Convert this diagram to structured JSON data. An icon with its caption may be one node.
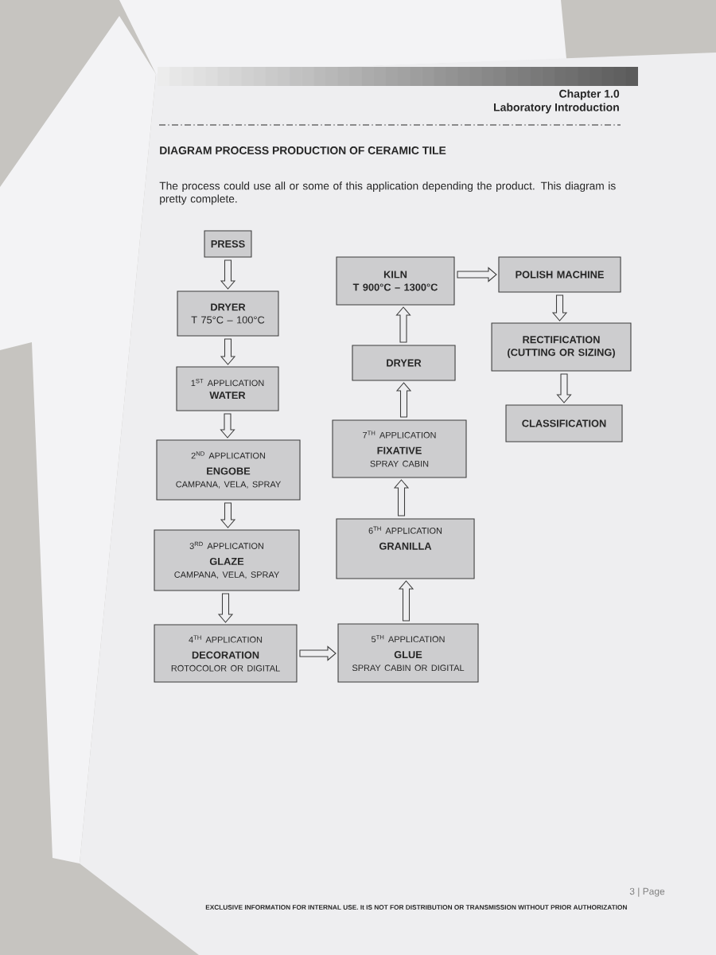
{
  "diagram": {
    "title": "DIAGRAM PROCESS PRODUCTION OF CERAMIC TILE",
    "nodes": [
      {
        "text": [
          "PRESS"
        ]
      },
      {
        "text": [
          "DRYER",
          "T 75°C – 100°C"
        ]
      },
      {
        "text": [
          "1$^{ST}$ APPLICATION",
          "WATER"
        ]
      },
      {
        "text": [
          "2$^{ND}$ APPLICATION",
          "ENGOBE",
          "CAMPANA, VELA, SPRAY"
        ]
      },
      {
        "text": [
          "3$^{RD}$ APPLICATION",
          "GLAZE",
          "CAMPANA, VELA, SPRAY"
        ]
      },
      {
        "text": [
          "4$^{TH}$ APPLICATION",
          "DECORATION",
          "ROTOCOLOR OR DIGITAL"
        ]
      },
      {
        "text": [
          "5$^{TH}$ APPLICATION",
          "GLUE",
          "SPRAY CABIN OR DIGITAL"
        ]
      },
      {
        "text": [
          "6$^{TH}$ APPLICATION",
          "GRANILLA"
        ]
      },
      {
        "text": [
          "7$^{TH}$ APPLICATION",
          "FIXATIVE",
          "SPRAY CABIN"
        ]
      },
      {
        "text": [
          "DRYER"
        ]
      },
      {
        "text": [
          "KILN",
          "T 900°C – 1300°C"
        ]
      },
      {
        "text": [
          "POLISH MACHINE"
        ]
      },
      {
        "text": [
          "RECTIFICATION (CUTTING OR SIZING)"
        ]
      },
      {
        "text": [
          "CLASSIFICATION"
        ]
      }
    ],
    "edges": [
      {
        "from": 0,
        "to": 1,
        "arrow": "to"
      },
      {
        "from": 1,
        "to": 2,
        "arrow": "to"
      },
      {
        "from": 2,
        "to": 3,
        "arrow": "to"
      },
      {
        "from": 3,
        "to": 4,
        "arrow": "to"
      },
      {
        "from": 4,
        "to": 5,
        "arrow": "to"
      },
      {
        "from": 5,
        "to": 6,
        "arrow": "to"
      },
      {
        "from": 6,
        "to": 7,
        "arrow": "to"
      },
      {
        "from": 7,
        "to": 8,
        "arrow": "to"
      },
      {
        "from": 8,
        "to": 9,
        "arrow": "to"
      },
      {
        "from": 9,
        "to": 10,
        "arrow": "to"
      },
      {
        "from": 10,
        "to": 11,
        "arrow": "to"
      },
      {
        "from": 11,
        "to": 12,
        "arrow": "to"
      },
      {
        "from": 12,
        "to": 13,
        "arrow": "to"
      }
    ],
    "labels": [
      "Chapter 1.0",
      "Laboratory Introduction",
      "The process could use all or some of this application depending the product. This diagram is pretty complete.",
      "3 | Page",
      "EXCLUSIVE INFORMATION FOR INTERNAL USE. It IS NOT FOR DISTRIBUTION OR TRANSMISSION WITHOUT PRIOR AUTHORIZATION"
    ]
  }
}
